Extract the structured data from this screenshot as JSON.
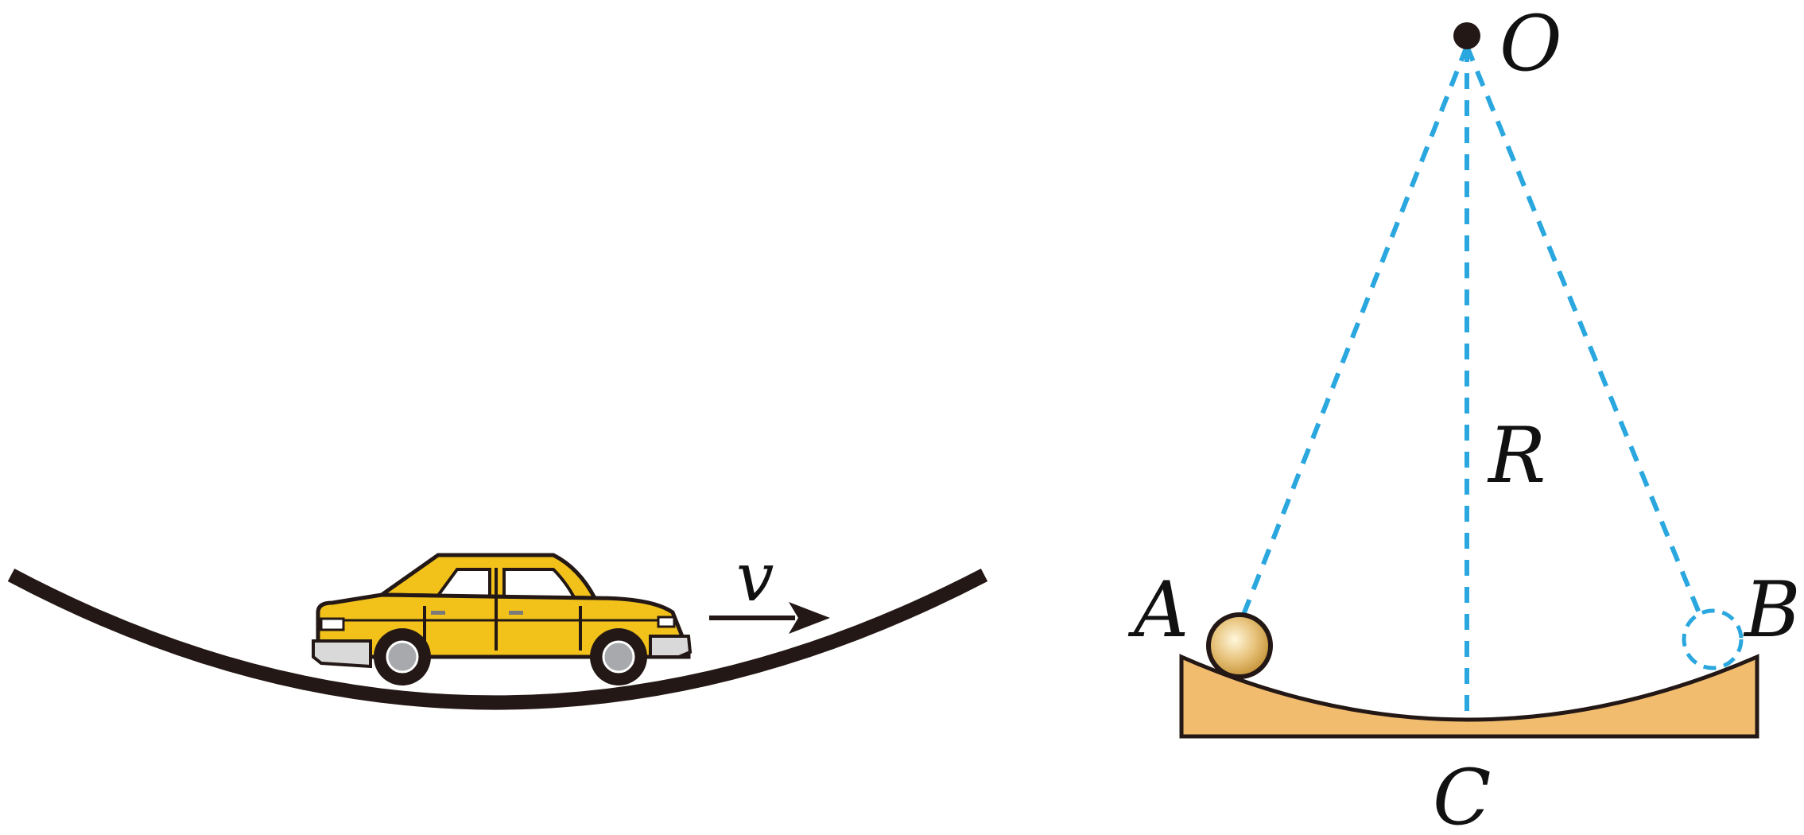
{
  "labels": {
    "velocity": "v",
    "pivot": "O",
    "radius": "R",
    "left_point": "A",
    "right_point": "B",
    "bottom_point": "C"
  },
  "colors": {
    "road": "#231815",
    "car_body": "#F2C21B",
    "car_trim": "#D9D9D9",
    "tire": "#231815",
    "hub": "#A7A9AC",
    "dashed_line": "#2AA7DE",
    "bowl_fill": "#F1BC6E",
    "bowl_outline": "#231815",
    "ball_highlight": "#FFF7DC",
    "ball_shadow": "#C49236"
  },
  "icons": {
    "car": "car-icon",
    "ball": "ball-icon",
    "ghost_ball": "ghost-ball-icon",
    "velocity_arrow": "arrow-right-icon"
  }
}
